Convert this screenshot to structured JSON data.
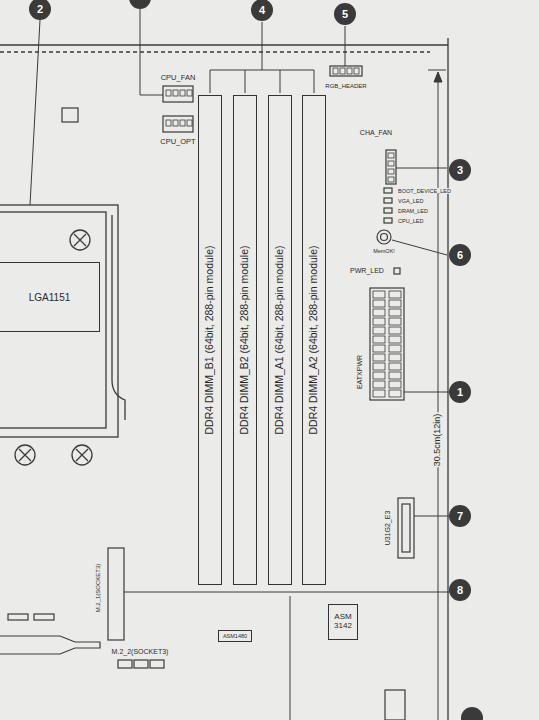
{
  "diagram": {
    "nodes": [
      {
        "text": [
          "DDR4 DIMM_B1 (64bit, 288-pin module)"
        ]
      },
      {
        "text": [
          "DDR4 DIMM_B2 (64bit, 288-pin module)"
        ]
      },
      {
        "text": [
          "DDR4 DIMM_A1 (64bit, 288-pin module)"
        ]
      },
      {
        "text": [
          "DDR4 DIMM_A2 (64bit, 288-pin module)"
        ]
      },
      {
        "text": [
          "LGA1151"
        ]
      },
      {
        "text": [
          "ASM 3142"
        ]
      },
      {
        "text": [
          "ASM1480"
        ]
      }
    ],
    "labels": [
      "2",
      "4",
      "5",
      "CPU_FAN",
      "CPU_OPT",
      "RGB_HEADER",
      "CHA_FAN",
      "3",
      "BOOT_DEVICE_LED",
      "VGA_LED",
      "DRAM_LED",
      "CPU_LED",
      "MemOK!",
      "6",
      "PWR_LED",
      "EATXPWR",
      "1",
      "30.5cm(12in)",
      "U31G2_E3",
      "7",
      "M.2_1(SOCKET3)",
      "8",
      "M.2_2(SOCKET3)"
    ]
  }
}
